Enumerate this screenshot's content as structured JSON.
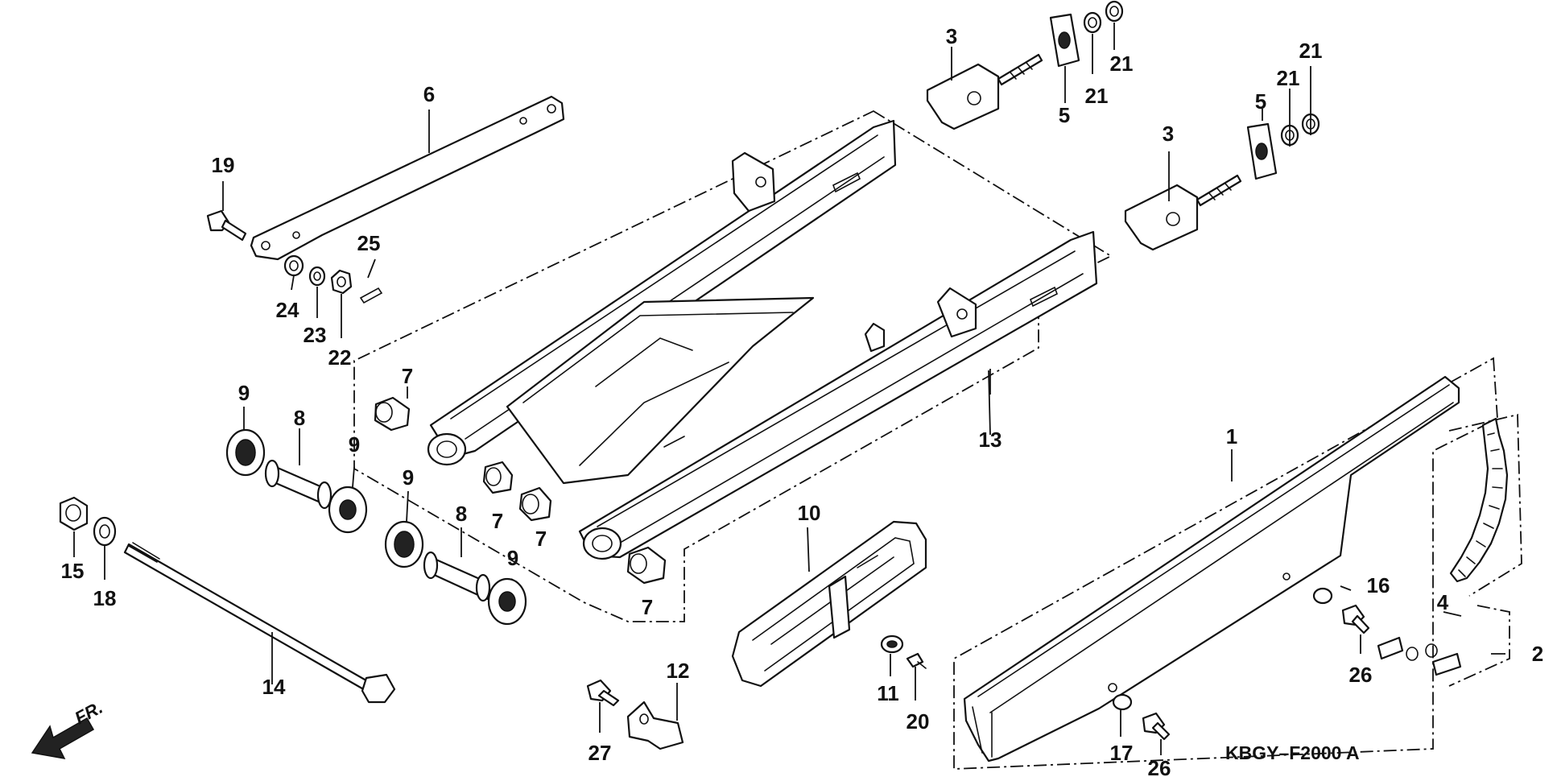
{
  "diagram_code": "KBGY–F2000 A",
  "front_label": "FR.",
  "callouts": {
    "c1": "1",
    "c2": "2",
    "c3a": "3",
    "c3b": "3",
    "c4": "4",
    "c5a": "5",
    "c5b": "5",
    "c6": "6",
    "c7a": "7",
    "c7b": "7",
    "c7c": "7",
    "c7d": "7",
    "c8a": "8",
    "c8b": "8",
    "c9a": "9",
    "c9b": "9",
    "c9c": "9",
    "c9d": "9",
    "c10": "10",
    "c11": "11",
    "c12": "12",
    "c13": "13",
    "c14": "14",
    "c15": "15",
    "c16": "16",
    "c17": "17",
    "c18": "18",
    "c19": "19",
    "c20": "20",
    "c21a": "21",
    "c21b": "21",
    "c21c": "21",
    "c21d": "21",
    "c22": "22",
    "c23": "23",
    "c24": "24",
    "c25": "25",
    "c26a": "26",
    "c26b": "26",
    "c27": "27"
  }
}
